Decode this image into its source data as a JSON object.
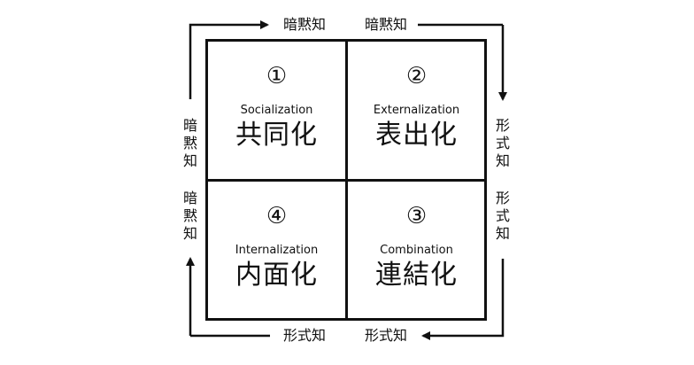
{
  "quadrants": [
    {
      "number": "①",
      "english": "Socialization",
      "japanese": "共同化"
    },
    {
      "number": "②",
      "english": "Externalization",
      "japanese": "表出化"
    },
    {
      "number": "③",
      "english": "Combination",
      "japanese": "連結化"
    },
    {
      "number": "④",
      "english": "Internalization",
      "japanese": "内面化"
    }
  ],
  "labels": {
    "top_left": "暗黙知",
    "top_right": "暗黙知",
    "bottom_left": "形式知",
    "bottom_right": "形式知",
    "left_top": "暗黙知",
    "left_bottom": "暗黙知",
    "right_top": "形式知",
    "right_bottom": "形式知"
  },
  "colors": {
    "line": "#111111",
    "background": "#ffffff"
  }
}
